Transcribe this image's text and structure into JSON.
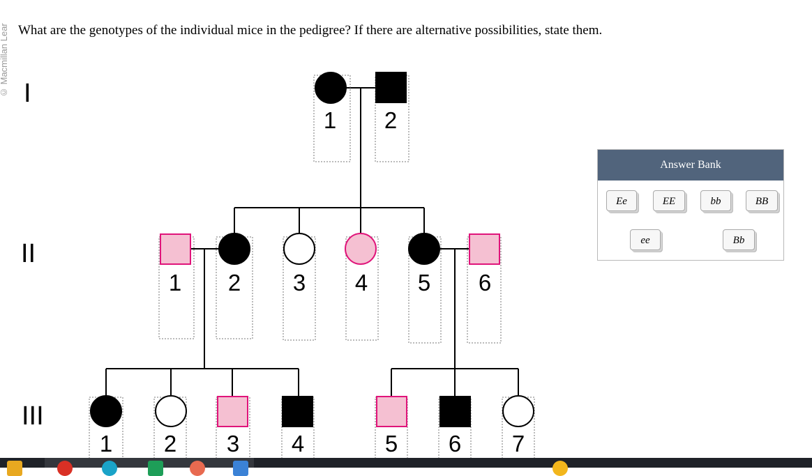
{
  "watermark": "© Macmillan Lear",
  "question": "What are the genotypes of the individual mice in the pedigree? If there are alternative possibilities, state them.",
  "generations": [
    "I",
    "II",
    "III"
  ],
  "pedigree": {
    "gen1": [
      "1",
      "2"
    ],
    "gen2": [
      "1",
      "2",
      "3",
      "4",
      "5",
      "6"
    ],
    "gen3": [
      "1",
      "2",
      "3",
      "4",
      "5",
      "6",
      "7"
    ]
  },
  "colors": {
    "affected": "#000000",
    "pink_fill": "#f5c0d2",
    "pink_border": "#e0147a",
    "bank_header": "#51647c"
  },
  "answer_bank": {
    "title": "Answer Bank",
    "items": [
      "Ee",
      "EE",
      "bb",
      "BB",
      "ee",
      "Bb"
    ]
  }
}
